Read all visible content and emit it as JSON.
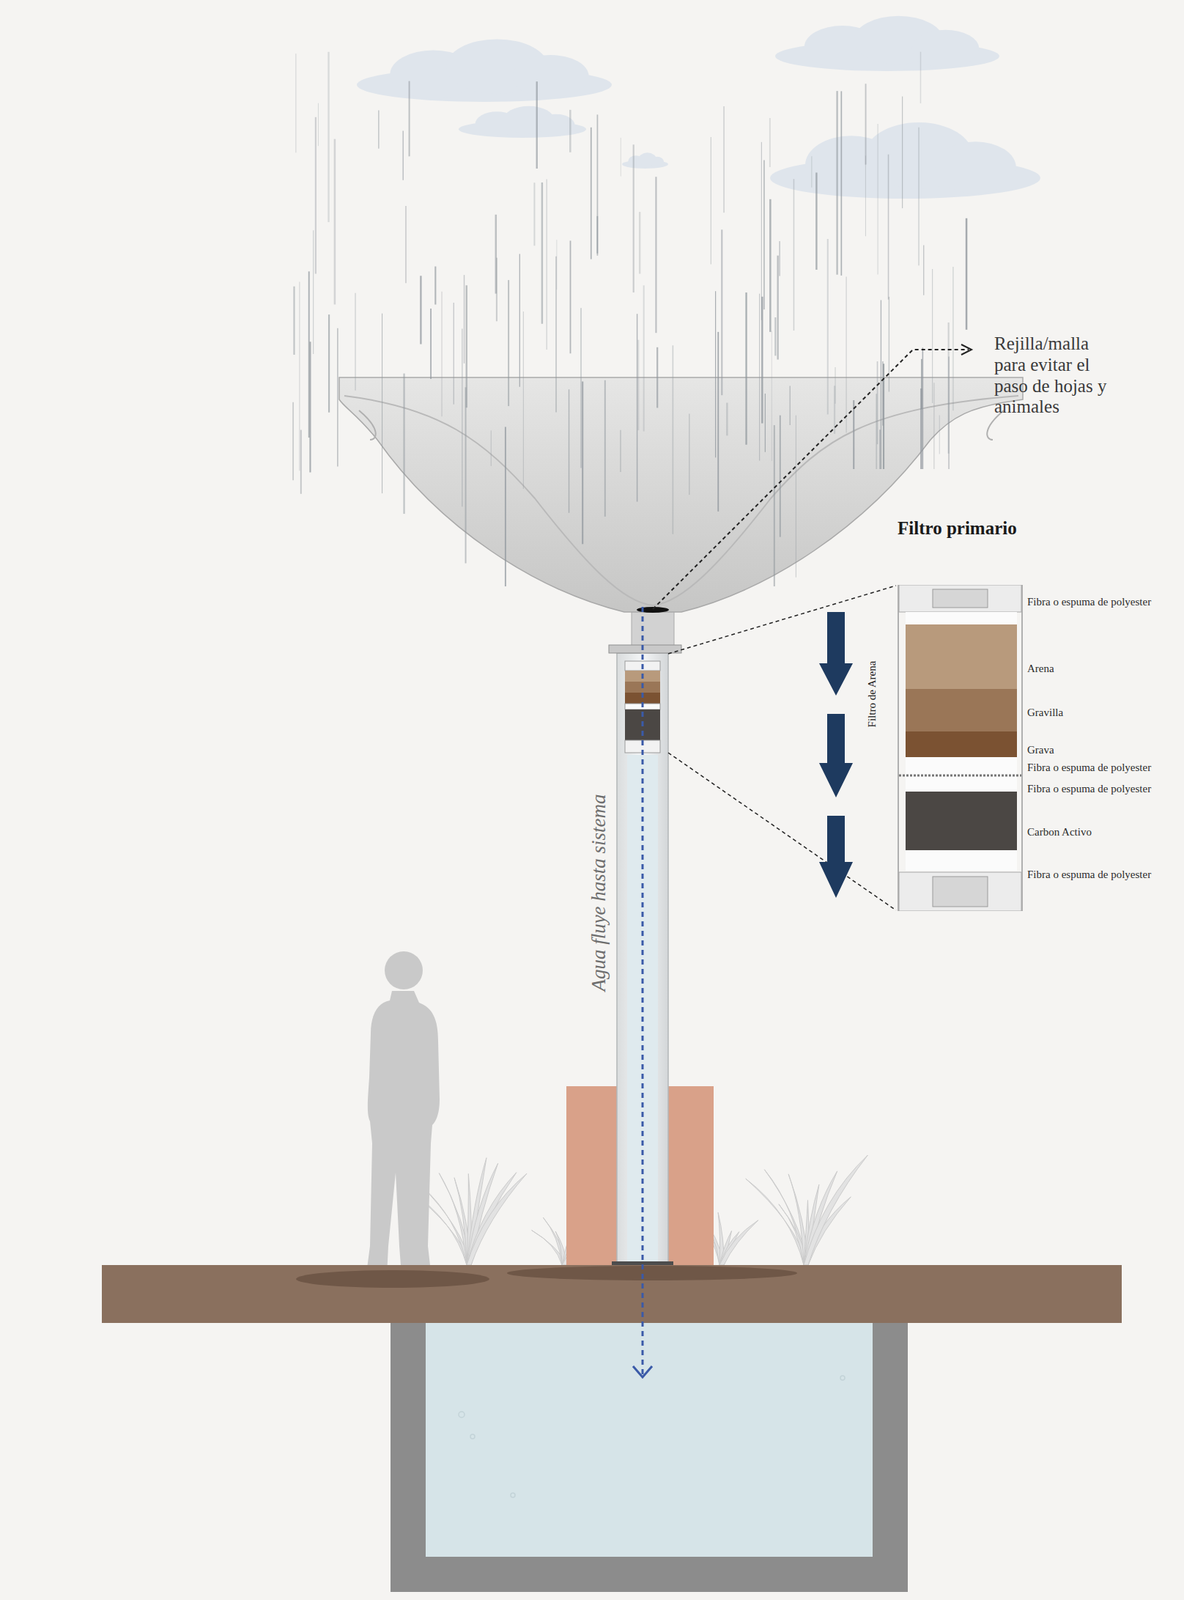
{
  "diagram": {
    "nodes": [
      {
        "text": [
          "Filtro primario"
        ]
      },
      {
        "text": [
          "Fibra o espuma de polyester"
        ],
        "in": 0
      },
      {
        "text": [
          "Arena"
        ],
        "in": 0
      },
      {
        "text": [
          "Gravilla"
        ],
        "in": 0
      },
      {
        "text": [
          "Grava"
        ],
        "in": 0
      },
      {
        "text": [
          "Fibra o espuma de polyester"
        ],
        "in": 0
      },
      {
        "text": [
          "Fibra o espuma de polyester"
        ],
        "in": 0
      },
      {
        "text": [
          "Carbon Activo"
        ],
        "in": 0
      },
      {
        "text": [
          "Fibra o espuma de polyester"
        ],
        "in": 0
      }
    ],
    "labels": [
      "Rejilla/malla para evitar el paso de hojas y animales",
      "Filtro de Arena",
      "Agua fluye hasta sistema"
    ]
  }
}
